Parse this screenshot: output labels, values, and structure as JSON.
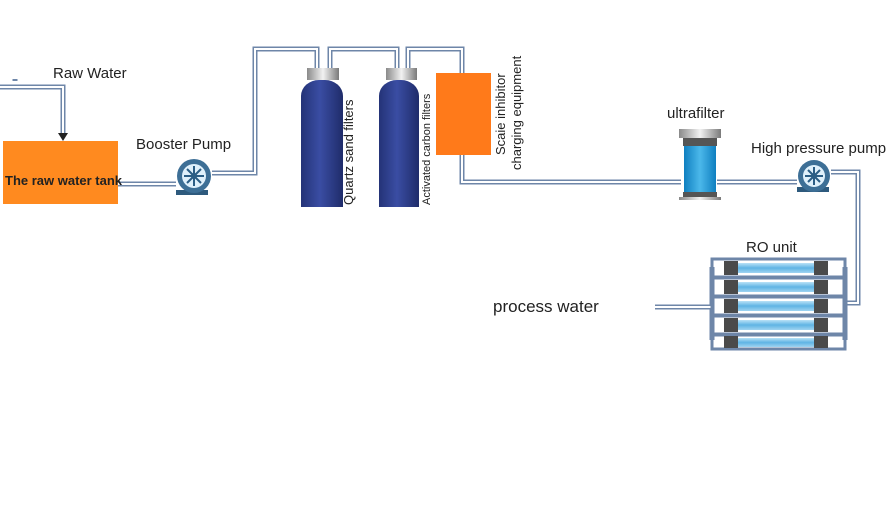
{
  "labels": {
    "raw_water": "Raw Water",
    "raw_water_tank": "The raw water tank",
    "booster_pump": "Booster Pump",
    "quartz_sand_filters": "Quartz sand filters",
    "activated_carbon_filters": "Activated carbon filters",
    "scale_inhibitor_line1": "Scaie inhibitor",
    "scale_inhibitor_line2": "charging equipment",
    "ultrafilter": "ultrafilter",
    "high_pressure_pump": "High pressure pump",
    "ro_unit": "RO unit",
    "process_water": "process water"
  },
  "colors": {
    "pipe": "#6e86a8",
    "tank": "#ff8a1f",
    "dosing_unit": "#ff7a1a",
    "filter_vessel": "#2f3f8f",
    "ultrafilter": "#1a9ad6",
    "membrane": "#7fc6ec",
    "pump": "#3d6f96"
  }
}
